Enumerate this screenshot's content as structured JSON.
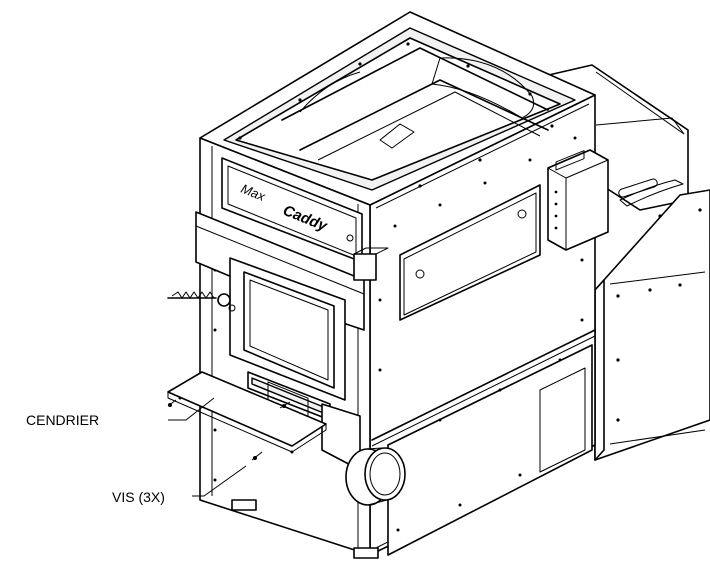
{
  "diagram": {
    "logo_script": "Max",
    "logo_brand": "Caddy",
    "callouts": [
      {
        "id": "ash-pan",
        "label": "CENDRIER"
      },
      {
        "id": "screws",
        "label": "VIS (3X)"
      }
    ]
  }
}
